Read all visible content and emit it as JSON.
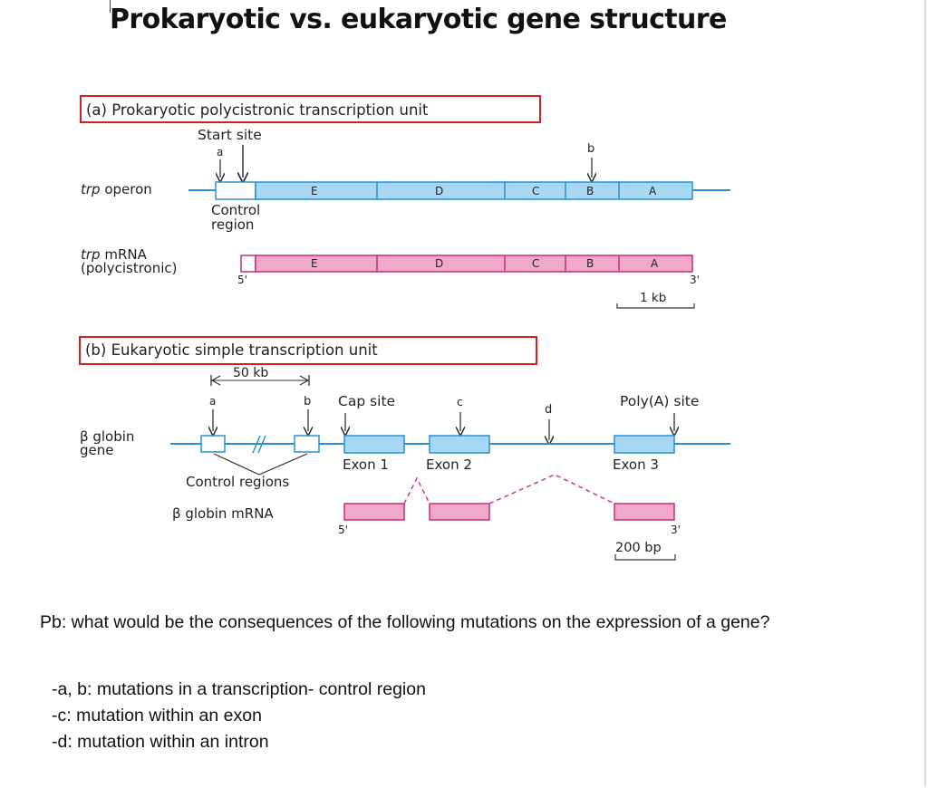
{
  "title": "Prokaryotic vs. eukaryotic gene structure",
  "panel_a": {
    "heading": "(a)  Prokaryotic polycistronic transcription unit",
    "start_site": "Start site",
    "site_a": "a",
    "site_b": "b",
    "operon_label": "trp operon",
    "operon_label_italic": "trp",
    "operon_label_rest": " operon",
    "control_line1": "Control",
    "control_line2": "region",
    "genes": [
      "E",
      "D",
      "C",
      "B",
      "A"
    ],
    "mrna_label_line1_italic": "trp",
    "mrna_label_line1_rest": " mRNA",
    "mrna_label_line2": "(polycistronic)",
    "five_prime": "5'",
    "three_prime": "3'",
    "scale": "1 kb"
  },
  "panel_b": {
    "heading": "(b)  Eukaryotic simple transcription unit",
    "scale_top": "50 kb",
    "site_a": "a",
    "site_b": "b",
    "cap_site": "Cap site",
    "site_c": "c",
    "site_d": "d",
    "polya_site": "Poly(A) site",
    "gene_line1": "β globin",
    "gene_line2": "gene",
    "exon1": "Exon 1",
    "exon2": "Exon 2",
    "exon3": "Exon 3",
    "control_regions": "Control regions",
    "mrna_label": "β globin mRNA",
    "five_prime": "5'",
    "three_prime": "3'",
    "scale": "200 bp"
  },
  "question": {
    "problem": "Pb:  what would be the consequences of the following mutations on the expression of a gene?",
    "answer_ab": "-a, b: mutations in  a transcription- control region",
    "answer_c": "-c: mutation within an exon",
    "answer_d": "-d: mutation within an intron"
  },
  "colors": {
    "gene_blue": "#a7d8f5",
    "gene_blue_stroke": "#2a8fcf",
    "mrna_pink": "#f2a9c8",
    "mrna_pink_stroke": "#c0307a",
    "heading_box_red": "#d62020"
  }
}
